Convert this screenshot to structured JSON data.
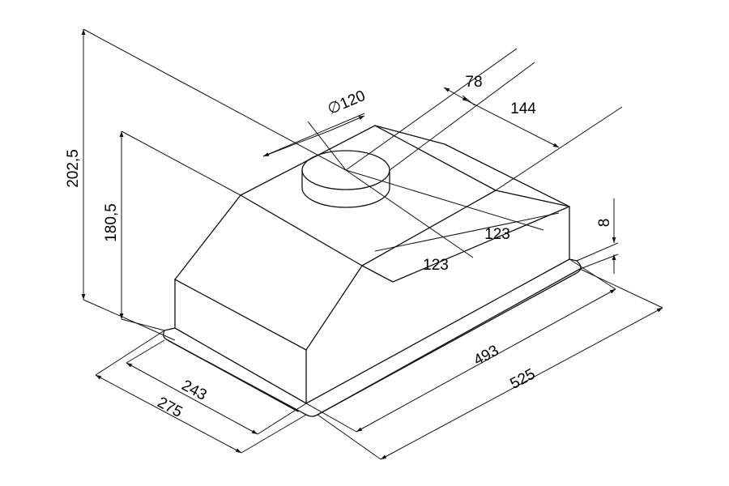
{
  "diagram": {
    "dimensions": {
      "overall_height": "202,5",
      "body_height": "180,5",
      "duct_diameter": "∅120",
      "duct_offset": "78",
      "duct_depth_offset": "144",
      "inner_offset_a": "123",
      "inner_offset_b": "123",
      "flange_thickness": "8",
      "inner_depth": "243",
      "outer_depth": "275",
      "inner_width": "493",
      "outer_width": "525"
    },
    "colors": {
      "line": "#111111",
      "background": "#ffffff"
    }
  }
}
